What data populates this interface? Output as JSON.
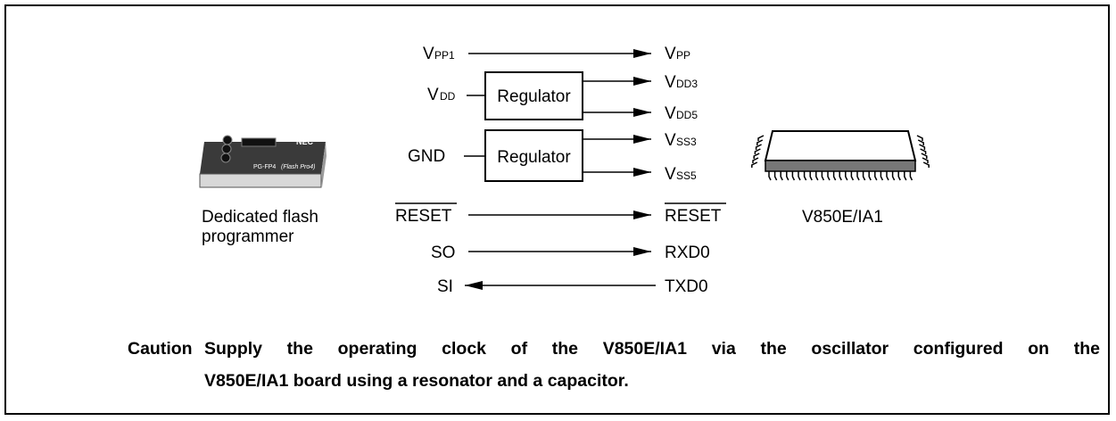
{
  "programmer": {
    "label_line1": "Dedicated flash",
    "label_line2": "programmer",
    "brand": "NEC",
    "model": "PG-FP4",
    "model_sub": "(Flash Pro4)"
  },
  "chip": {
    "label": "V850E/IA1"
  },
  "signals": [
    {
      "left_main": "V",
      "left_sub": "PP1",
      "right_main": "V",
      "right_sub": "PP",
      "direction": "right"
    },
    {
      "left_main": "V",
      "left_sub": "DD",
      "regulator": "Regulator",
      "outputs": [
        {
          "main": "V",
          "sub": "DD3"
        },
        {
          "main": "V",
          "sub": "DD5"
        }
      ]
    },
    {
      "left_main": "GND",
      "regulator": "Regulator",
      "outputs": [
        {
          "main": "V",
          "sub": "SS3"
        },
        {
          "main": "V",
          "sub": "SS5"
        }
      ]
    },
    {
      "left_main": "RESET",
      "right_main": "RESET",
      "overline": true,
      "direction": "right"
    },
    {
      "left_main": "SO",
      "right_main": "RXD0",
      "direction": "right"
    },
    {
      "left_main": "SI",
      "right_main": "TXD0",
      "direction": "left"
    }
  ],
  "caution": {
    "label": "Caution",
    "line1": "Supply the operating clock of the V850E/IA1 via the oscillator configured on the",
    "line2": "V850E/IA1 board using a resonator and a capacitor."
  }
}
